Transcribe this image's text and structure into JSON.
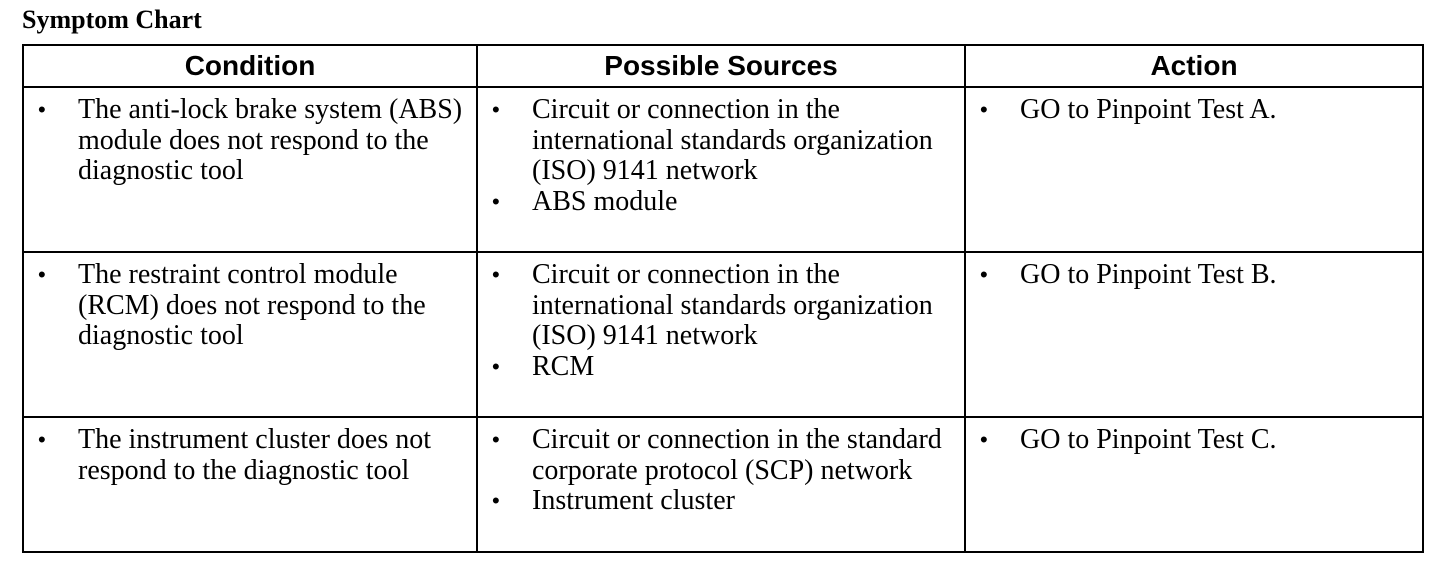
{
  "title": "Symptom Chart",
  "columns": [
    "Condition",
    "Possible Sources",
    "Action"
  ],
  "rows": [
    {
      "condition": [
        "The anti-lock brake system (ABS) module does not respond to the diagnostic tool"
      ],
      "sources": [
        "Circuit or connection in the international standards organization (ISO) 9141 network",
        "ABS module"
      ],
      "action": [
        "GO to Pinpoint Test A."
      ]
    },
    {
      "condition": [
        "The restraint control module (RCM) does not respond to the diagnostic tool"
      ],
      "sources": [
        "Circuit or connection in the international standards organization (ISO) 9141 network",
        "RCM"
      ],
      "action": [
        "GO to Pinpoint Test B."
      ]
    },
    {
      "condition": [
        "The instrument cluster does not respond to the diagnostic tool"
      ],
      "sources": [
        "Circuit or connection in the standard corporate protocol (SCP) network",
        "Instrument cluster"
      ],
      "action": [
        "GO to Pinpoint Test C."
      ]
    }
  ],
  "bullet_glyph": "•"
}
